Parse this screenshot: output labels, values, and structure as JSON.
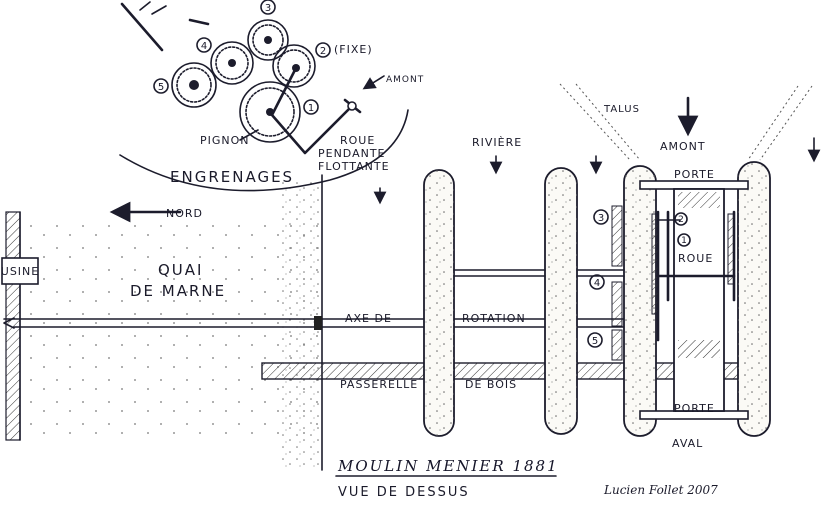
{
  "labels": {
    "usine": "USINE",
    "nord": "NORD",
    "quai_line1": "QUAI",
    "quai_line2": "DE MARNE",
    "engrenages": "ENGRENAGES",
    "pignon": "PIGNON",
    "roue_pendante_line1": "ROUE",
    "roue_pendante_line2": "PENDANTE",
    "roue_pendante_line3": "FLOTTANTE",
    "fixe": "(FIXE)",
    "amont_gears": "AMONT",
    "riviere": "RIVIÈRE",
    "talus": "TALUS",
    "amont_right": "AMONT",
    "porte_top": "PORTE",
    "porte_bottom": "PORTE",
    "aval": "AVAL",
    "roue": "ROUE",
    "axe_de_rotation": [
      "AXE DE",
      "ROTATION"
    ],
    "passerelle": [
      "PASSERELLE",
      "DE BOIS"
    ]
  },
  "gear_numbers": {
    "top": [
      "1",
      "2",
      "3",
      "4",
      "5"
    ],
    "side": [
      "3",
      "2",
      "1",
      "4",
      "5"
    ]
  },
  "title": {
    "line1": "MOULIN MENIER 1881",
    "line2": "VUE DE DESSUS"
  },
  "signature": "Lucien Follet 2007",
  "colors": {
    "ink": "#1c1c2c",
    "paper": "#ffffff",
    "pier_fill": "#fbfaf6"
  }
}
